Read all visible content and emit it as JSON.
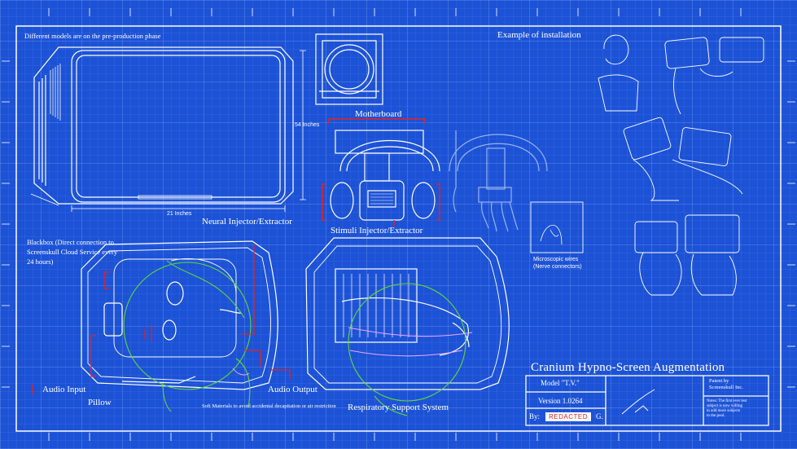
{
  "header_note": "Different models are on the pre-production phase",
  "install_title": "Example of installation",
  "dimensions": {
    "height": "54 Inches",
    "width": "21 Inches"
  },
  "labels": {
    "motherboard": "Motherboard",
    "neural": "Neural Injector/Extractor",
    "stimuli": "Stimuli Injector/Extractor",
    "blackbox": [
      "Blackbox (Direct connection to",
      "Screenskull Cloud Service every",
      "24 hours)"
    ],
    "microscopic": [
      "Microscopic wires",
      "(Nerve connectors)"
    ],
    "audio_input": "Audio Input",
    "pillow": "Pillow",
    "audio_output": "Audio Output",
    "soft_materials": "Soft Materials to avoid accidental decapitation or air restriction",
    "respiratory": "Respiratory Support System"
  },
  "title_block": {
    "title": "Cranium Hypno-Screen Augmentation",
    "model": "Model \"T.V.\"",
    "version": "Version 1.0264",
    "by_label": "By:",
    "by_value": "REDACTED",
    "by_suffix": "G.",
    "patent": [
      "Patent by",
      "Screenskull Inc."
    ],
    "notes": [
      "Notes: The first ever test",
      "subject is now willing",
      "to add more subjects",
      "to the pool."
    ]
  },
  "colors": {
    "background": "#1c52d6",
    "line": "#ffffff",
    "accent_red": "#e32222",
    "accent_green": "#5fd93a",
    "accent_pink": "#e8a6ff"
  }
}
